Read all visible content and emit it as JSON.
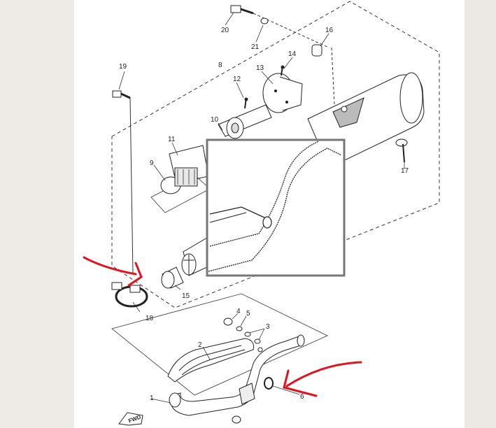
{
  "diagram": {
    "callouts": [
      "1",
      "2",
      "3",
      "4",
      "5",
      "6",
      "8",
      "9",
      "10",
      "11",
      "12",
      "13",
      "14",
      "15",
      "16",
      "17",
      "18",
      "19",
      "20",
      "21"
    ],
    "fwd_label": "FWD"
  },
  "colors": {
    "annotation_red": "#e0141e",
    "line_art": "#2a2a2a",
    "zoom_border": "#777777"
  }
}
